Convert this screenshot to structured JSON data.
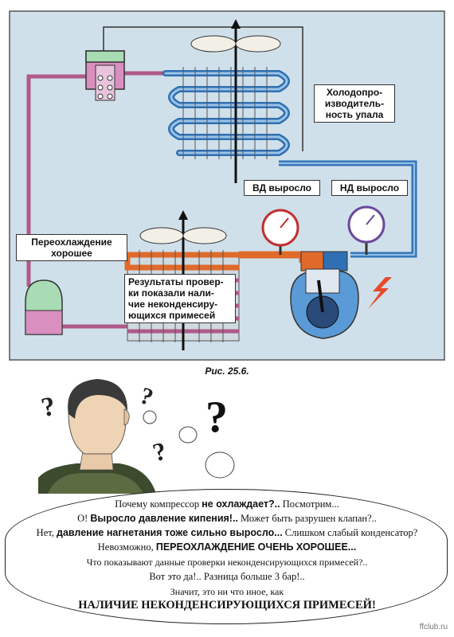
{
  "figure": {
    "caption": "Рис. 25.6.",
    "labels": {
      "cold_output": "Холодопро-\nизводитель-\nность упала",
      "hp_up": "ВД выросло",
      "lp_up": "НД выросло",
      "subcooling": "Переохлаждение\nхорошее",
      "results": "Результаты провер-\nки показали нали-\nчие неконденсиру-\nющихся примесей"
    },
    "colors": {
      "background": "#cfe0ea",
      "liquid_line": "#b05a8a",
      "suction_line": "#2f6fb3",
      "discharge_line": "#e06a2a",
      "liquid_fill": "#d98fc0",
      "gas_fill": "#a9dbb4"
    }
  },
  "dialogue": {
    "l1a": "Почему компрессор ",
    "l1b": "не охлаждает?..",
    "l1c": " Посмотрим...",
    "l2a": "О! ",
    "l2b": "Выросло давление кипения!..",
    "l2c": " Может быть разрушен клапан?..",
    "l3a": "Нет, ",
    "l3b": "давление нагнетания тоже сильно выросло...",
    "l3c": " Слишком слабый конденсатор?",
    "l4a": "Невозможно, ",
    "l4b": "ПЕРЕОХЛАЖДЕНИЕ ОЧЕНЬ ХОРОШЕЕ...",
    "l5": "Что показывают данные проверки неконденсирующихся примесей?..",
    "l6": "Вот это да!.. Разница больше 3 бар!..",
    "l7": "Значит, это ни что иное, как",
    "l8": "НАЛИЧИЕ НЕКОНДЕНСИРУЮЩИХСЯ ПРИМЕСЕЙ!"
  },
  "watermark": "ffclub.ru"
}
